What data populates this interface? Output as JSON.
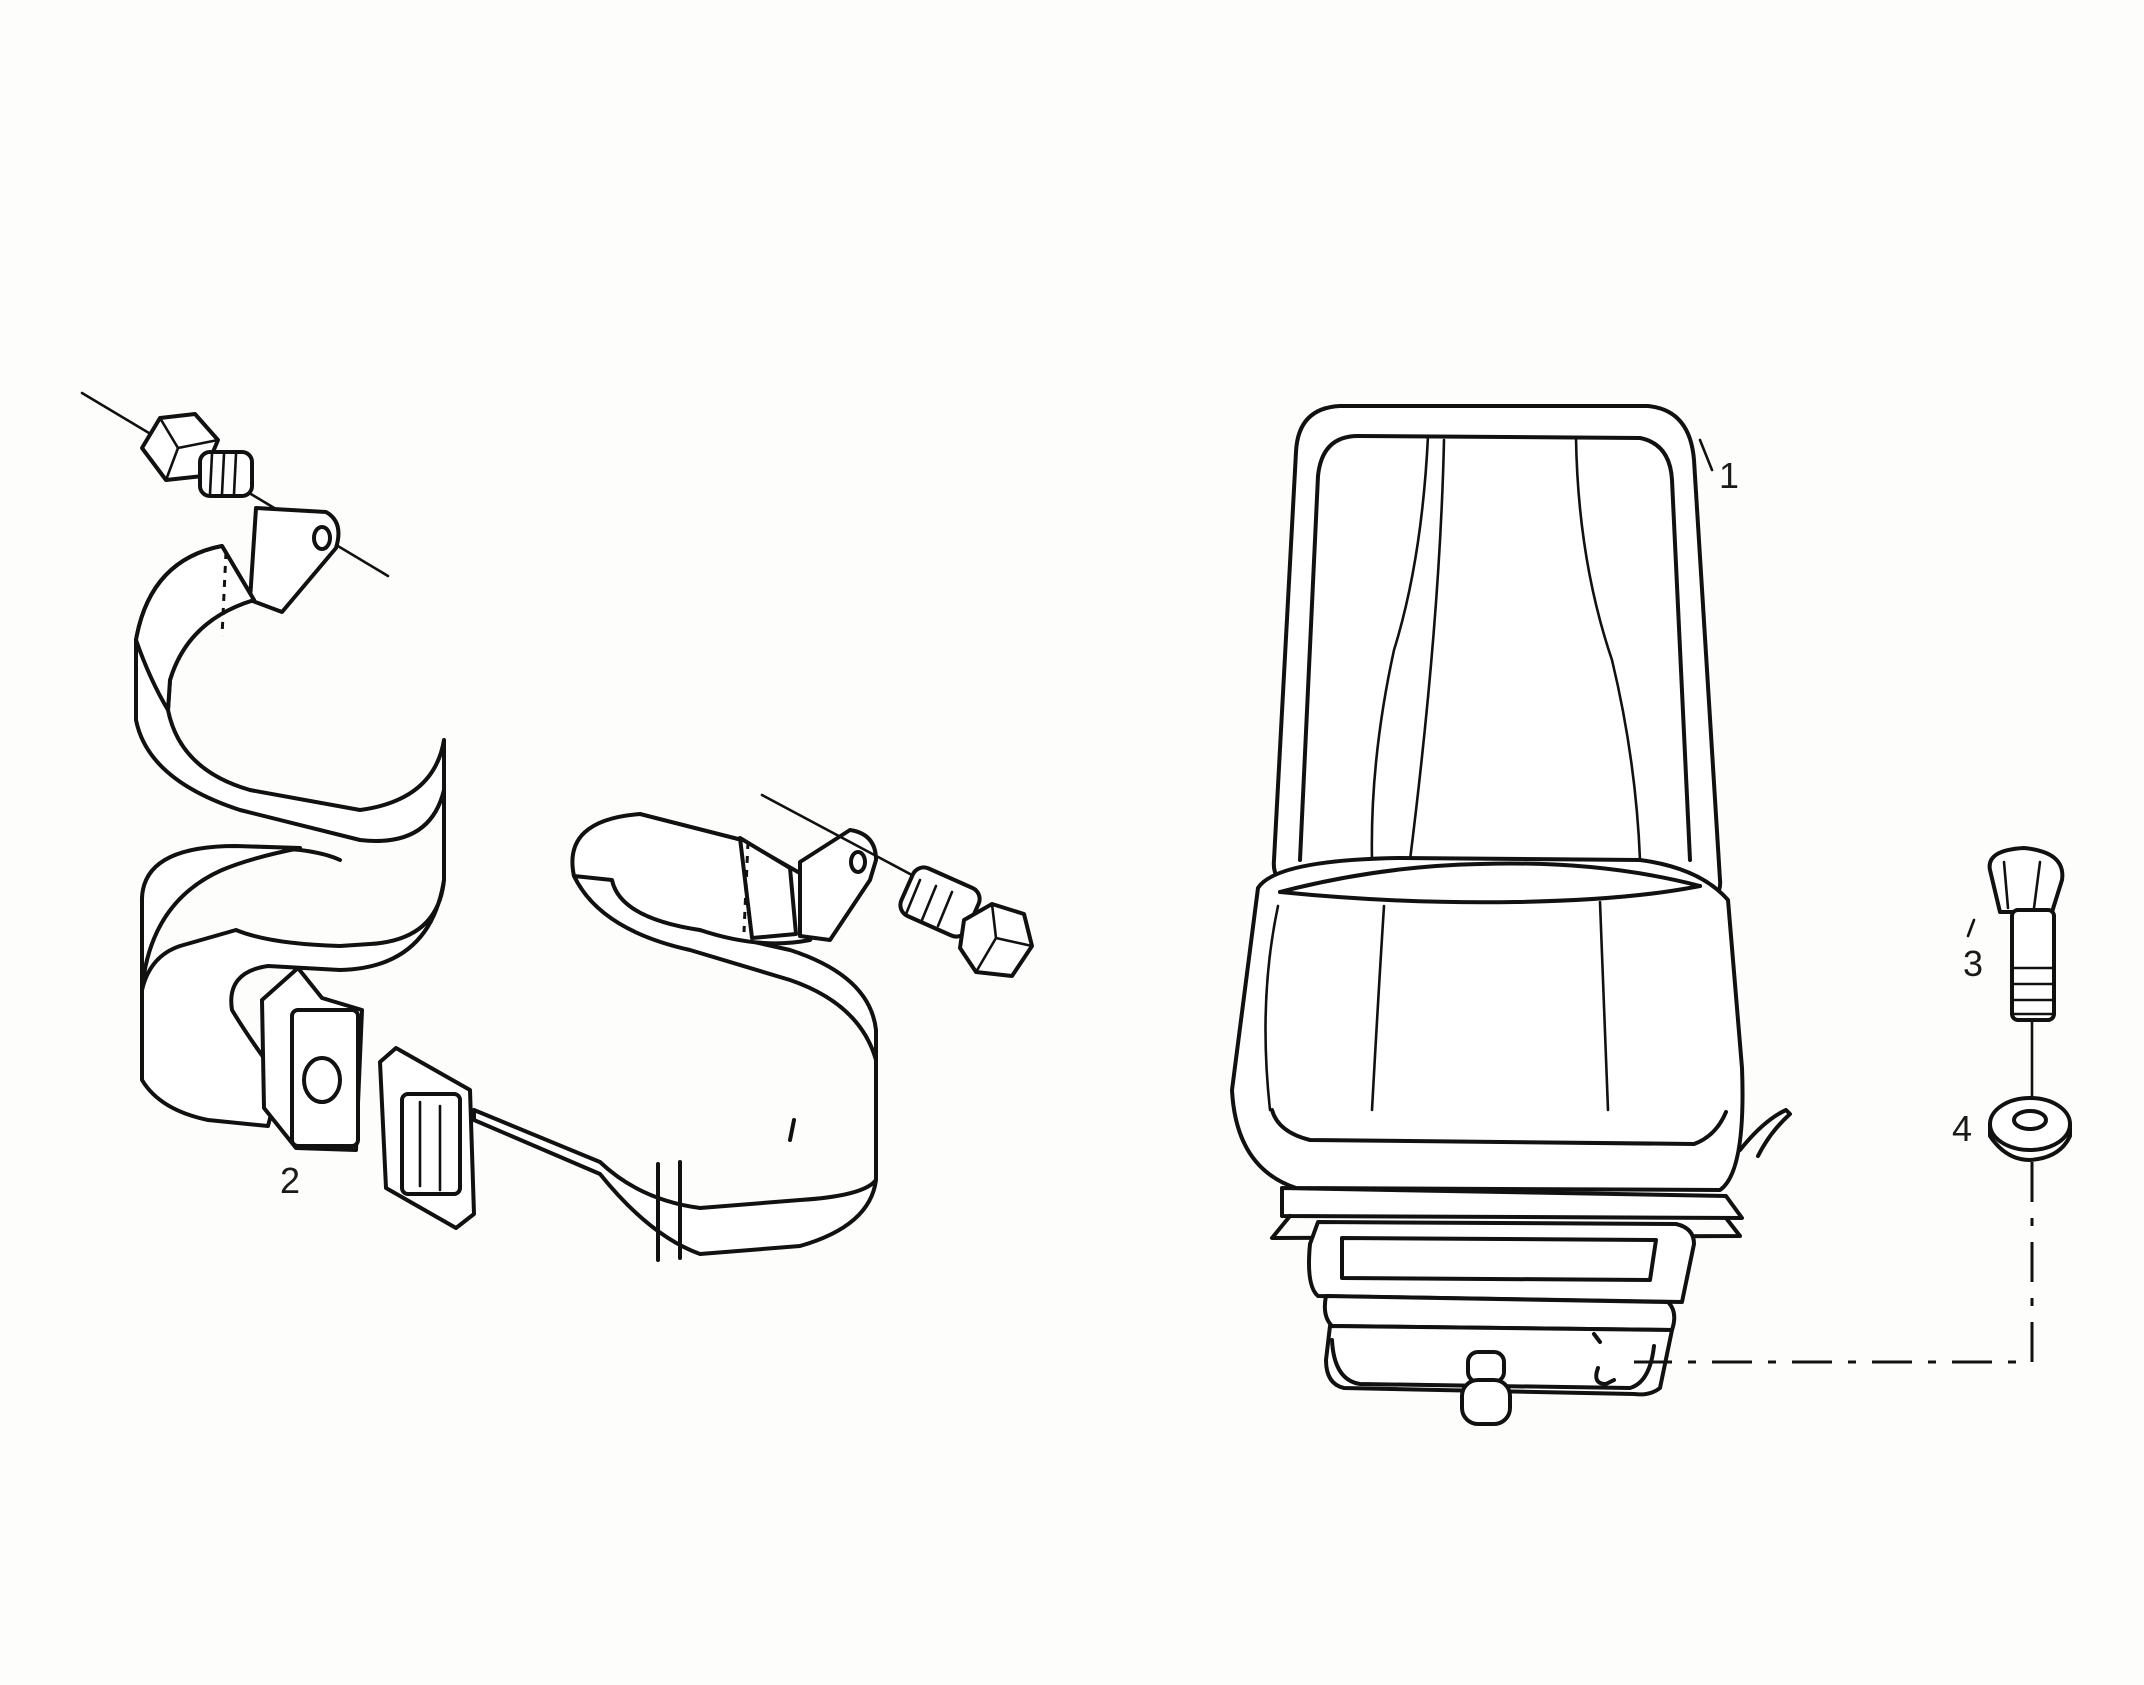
{
  "callouts": {
    "seat": "1",
    "seat_belt": "2",
    "bolt": "3",
    "washer": "4"
  }
}
